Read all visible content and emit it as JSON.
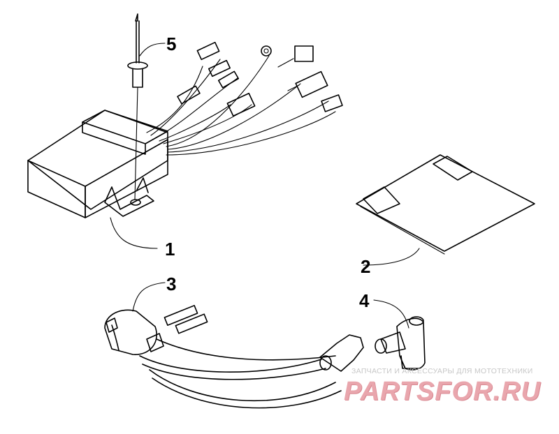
{
  "callouts": [
    {
      "id": "1",
      "label": "1"
    },
    {
      "id": "2",
      "label": "2"
    },
    {
      "id": "3",
      "label": "3"
    },
    {
      "id": "4",
      "label": "4"
    },
    {
      "id": "5",
      "label": "5"
    }
  ],
  "watermark": {
    "caption": "ЗАПЧАСТИ И АКСЕССУАРЫ ДЛЯ МОТОТЕХНИКИ",
    "logo": "PARTSFOR.RU"
  }
}
